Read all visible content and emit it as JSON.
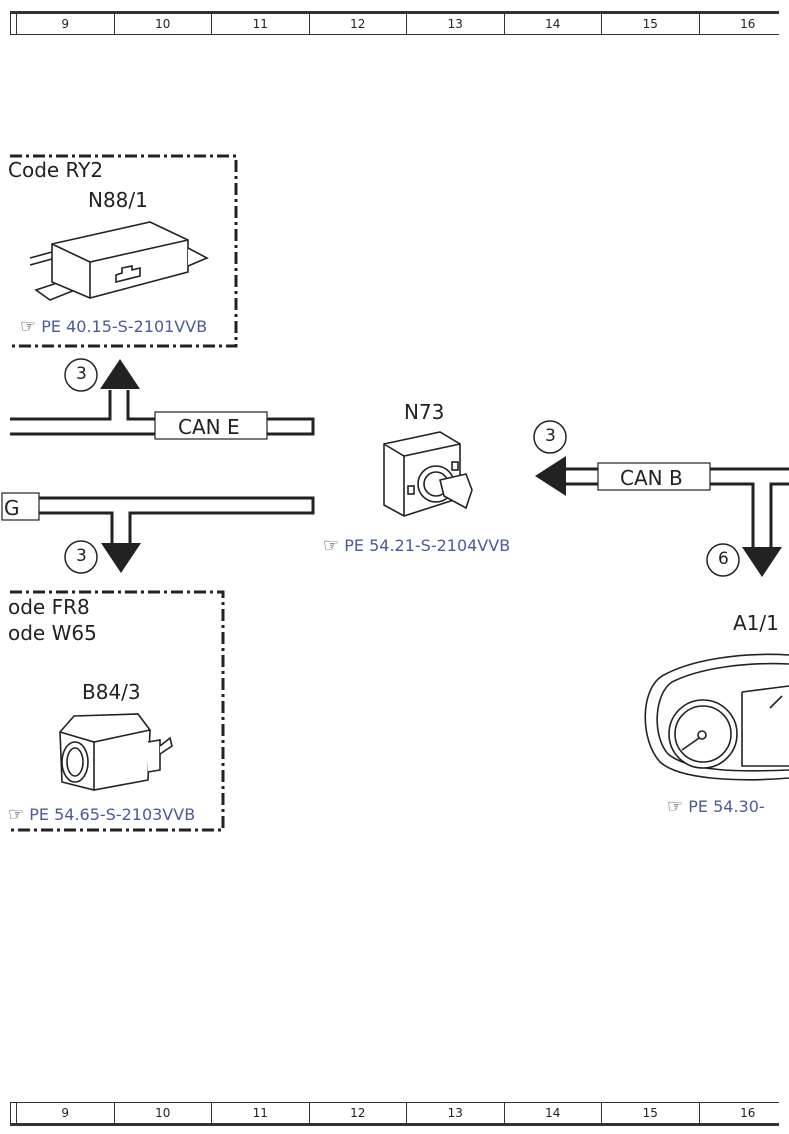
{
  "ruler": {
    "cells": [
      "",
      "9",
      "10",
      "11",
      "12",
      "13",
      "14",
      "15",
      "16"
    ]
  },
  "components": {
    "n88_1": {
      "code": "Code RY2",
      "id": "N88/1",
      "ref": "PE 40.15-S-2101VVB"
    },
    "b84_3": {
      "code1": "ode FR8",
      "code2": "ode W65",
      "id": "B84/3",
      "ref": "PE 54.65-S-2103VVB"
    },
    "n73": {
      "id": "N73",
      "ref": "PE 54.21-S-2104VVB"
    },
    "a1_1": {
      "id": "A1/1",
      "ref": "PE 54.30-"
    }
  },
  "buses": {
    "can_e": "CAN E",
    "can_b": "CAN B",
    "partial_g": "G"
  },
  "markers": {
    "m1": "3",
    "m2": "3",
    "m3": "3",
    "m4": "6"
  },
  "ref_icon": "pointing-hand-icon"
}
